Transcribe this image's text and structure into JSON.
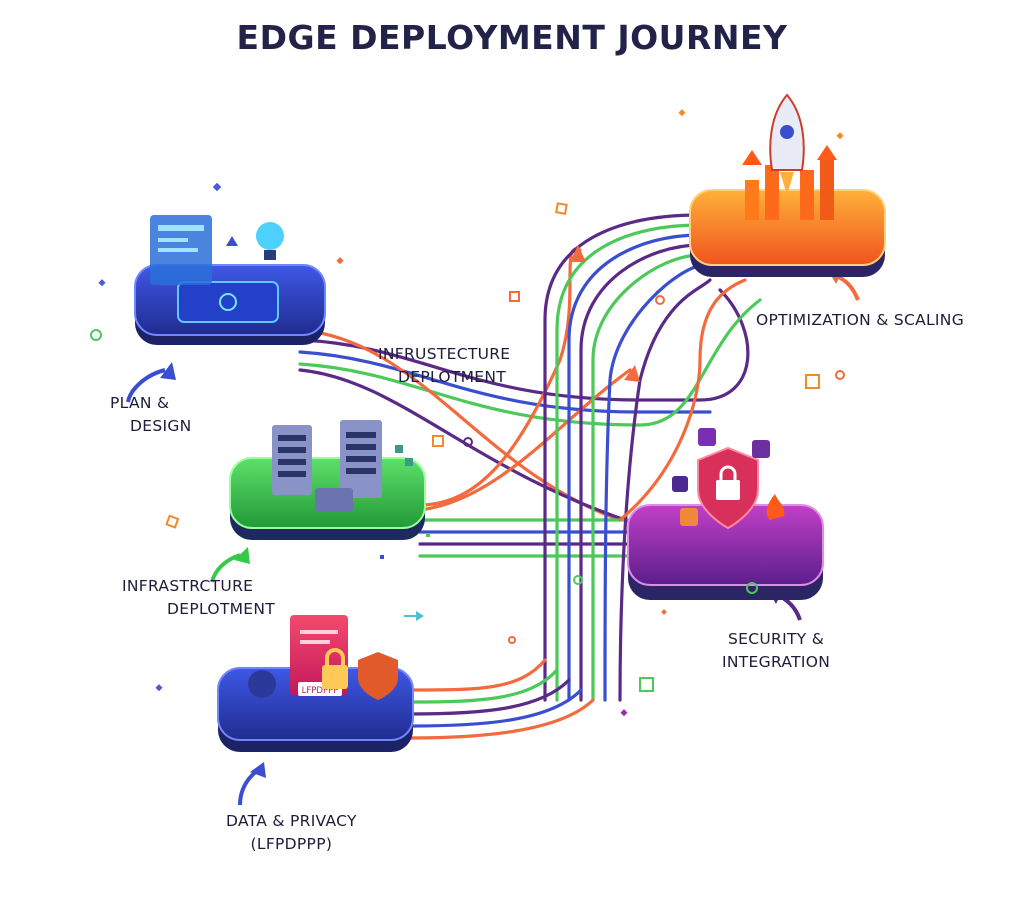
{
  "title": "EDGE DEPLOYMENT JOURNEY",
  "stages": [
    {
      "id": "plan",
      "lines": [
        "PLAN &",
        "DESIGN"
      ],
      "color": "#3b4fd8"
    },
    {
      "id": "infra",
      "lines": [
        "INFRASTRCTURE",
        "DEPLOTMENT"
      ],
      "color": "#35c94a"
    },
    {
      "id": "data",
      "lines": [
        "DATA & PRIVACY",
        "(LFPDPPP)"
      ],
      "color": "#3447c9"
    },
    {
      "id": "opt",
      "lines": [
        "OPTIMIZATION & SCALING"
      ],
      "color": "#f57c1f"
    },
    {
      "id": "sec",
      "lines": [
        "SECURITY &",
        "INTEGRATION"
      ],
      "color": "#9a2fb0"
    }
  ],
  "connector_label": [
    "INFRUSTECTURE",
    "DEPLOTMENT"
  ],
  "doc_stamp": "LFPDPPP",
  "palette": {
    "purple": "#5b2a86",
    "orange": "#f26a3d",
    "green": "#4cc95a",
    "blue": "#3a4fd0",
    "navy": "#22295e"
  }
}
